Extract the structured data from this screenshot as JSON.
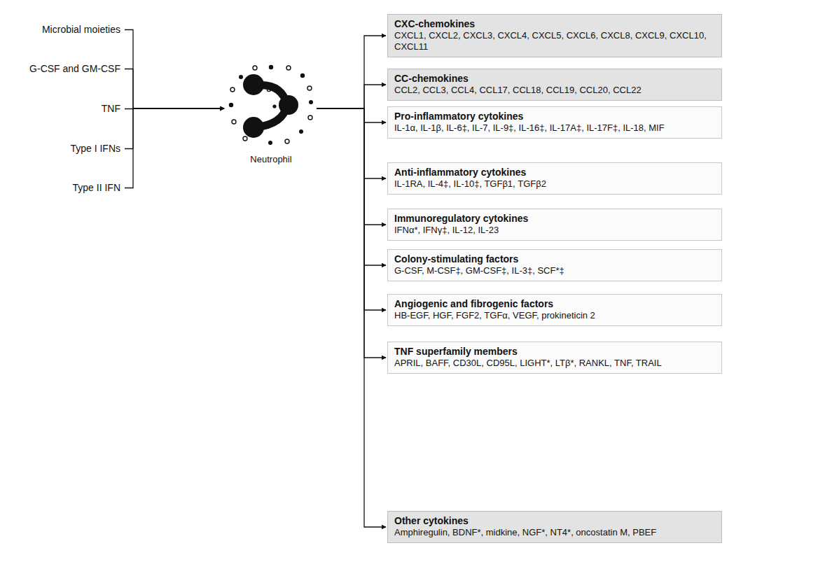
{
  "diagram": {
    "nodes": [
      {
        "text": [
          "Microbial moieties"
        ]
      },
      {
        "text": [
          "G-CSF and GM-CSF"
        ]
      },
      {
        "text": [
          "TNF"
        ]
      },
      {
        "text": [
          "Type I IFNs"
        ]
      },
      {
        "text": [
          "Type II IFN"
        ]
      },
      {
        "text": [
          "Neutrophil"
        ]
      },
      {
        "text": [
          "CXC-chemokines",
          "CXCL1, CXCL2, CXCL3, CXCL4, CXCL5, CXCL6, CXCL8, CXCL9, CXCL10, CXCL11"
        ]
      },
      {
        "text": [
          "CC-chemokines",
          "CCL2, CCL3, CCL4, CCL17, CCL18, CCL19, CCL20, CCL22"
        ]
      },
      {
        "text": [
          "Pro-inflammatory cytokines",
          "IL-1α, IL-1β, IL-6‡, IL-7, IL-9‡, IL-16‡, IL-17A‡, IL-17F‡, IL-18, MIF"
        ]
      },
      {
        "text": [
          "Anti-inflammatory cytokines",
          "IL-1RA, IL-4‡, IL-10‡, TGFβ1, TGFβ2"
        ]
      },
      {
        "text": [
          "Immunoregulatory cytokines",
          "IFNα*, IFNγ‡, IL-12, IL-23"
        ]
      },
      {
        "text": [
          "Colony-stimulating factors",
          "G-CSF, M-CSF‡, GM-CSF‡, IL-3‡, SCF*‡"
        ]
      },
      {
        "text": [
          "Angiogenic and fibrogenic factors",
          "HB-EGF, HGF, FGF2, TGFα, VEGF, prokineticin 2"
        ]
      },
      {
        "text": [
          "TNF superfamily members",
          "APRIL, BAFF, CD30L, CD95L, LIGHT*, LTβ*, RANKL, TNF, TRAIL"
        ]
      },
      {
        "text": [
          "Other cytokines",
          "Amphiregulin, BDNF*, midkine, NGF*, NT4*, oncostatin M, PBEF"
        ]
      }
    ],
    "edges": [
      {
        "from": 0,
        "to": 5,
        "arrow": "to"
      },
      {
        "from": 1,
        "to": 5,
        "arrow": "to"
      },
      {
        "from": 2,
        "to": 5,
        "arrow": "to"
      },
      {
        "from": 3,
        "to": 5,
        "arrow": "to"
      },
      {
        "from": 4,
        "to": 5,
        "arrow": "to"
      },
      {
        "from": 5,
        "to": 6,
        "arrow": "to"
      },
      {
        "from": 5,
        "to": 7,
        "arrow": "to"
      },
      {
        "from": 5,
        "to": 8,
        "arrow": "to"
      },
      {
        "from": 5,
        "to": 9,
        "arrow": "to"
      },
      {
        "from": 5,
        "to": 10,
        "arrow": "to"
      },
      {
        "from": 5,
        "to": 11,
        "arrow": "to"
      },
      {
        "from": 5,
        "to": 12,
        "arrow": "to"
      },
      {
        "from": 5,
        "to": 13,
        "arrow": "to"
      },
      {
        "from": 5,
        "to": 14,
        "arrow": "to"
      }
    ]
  }
}
